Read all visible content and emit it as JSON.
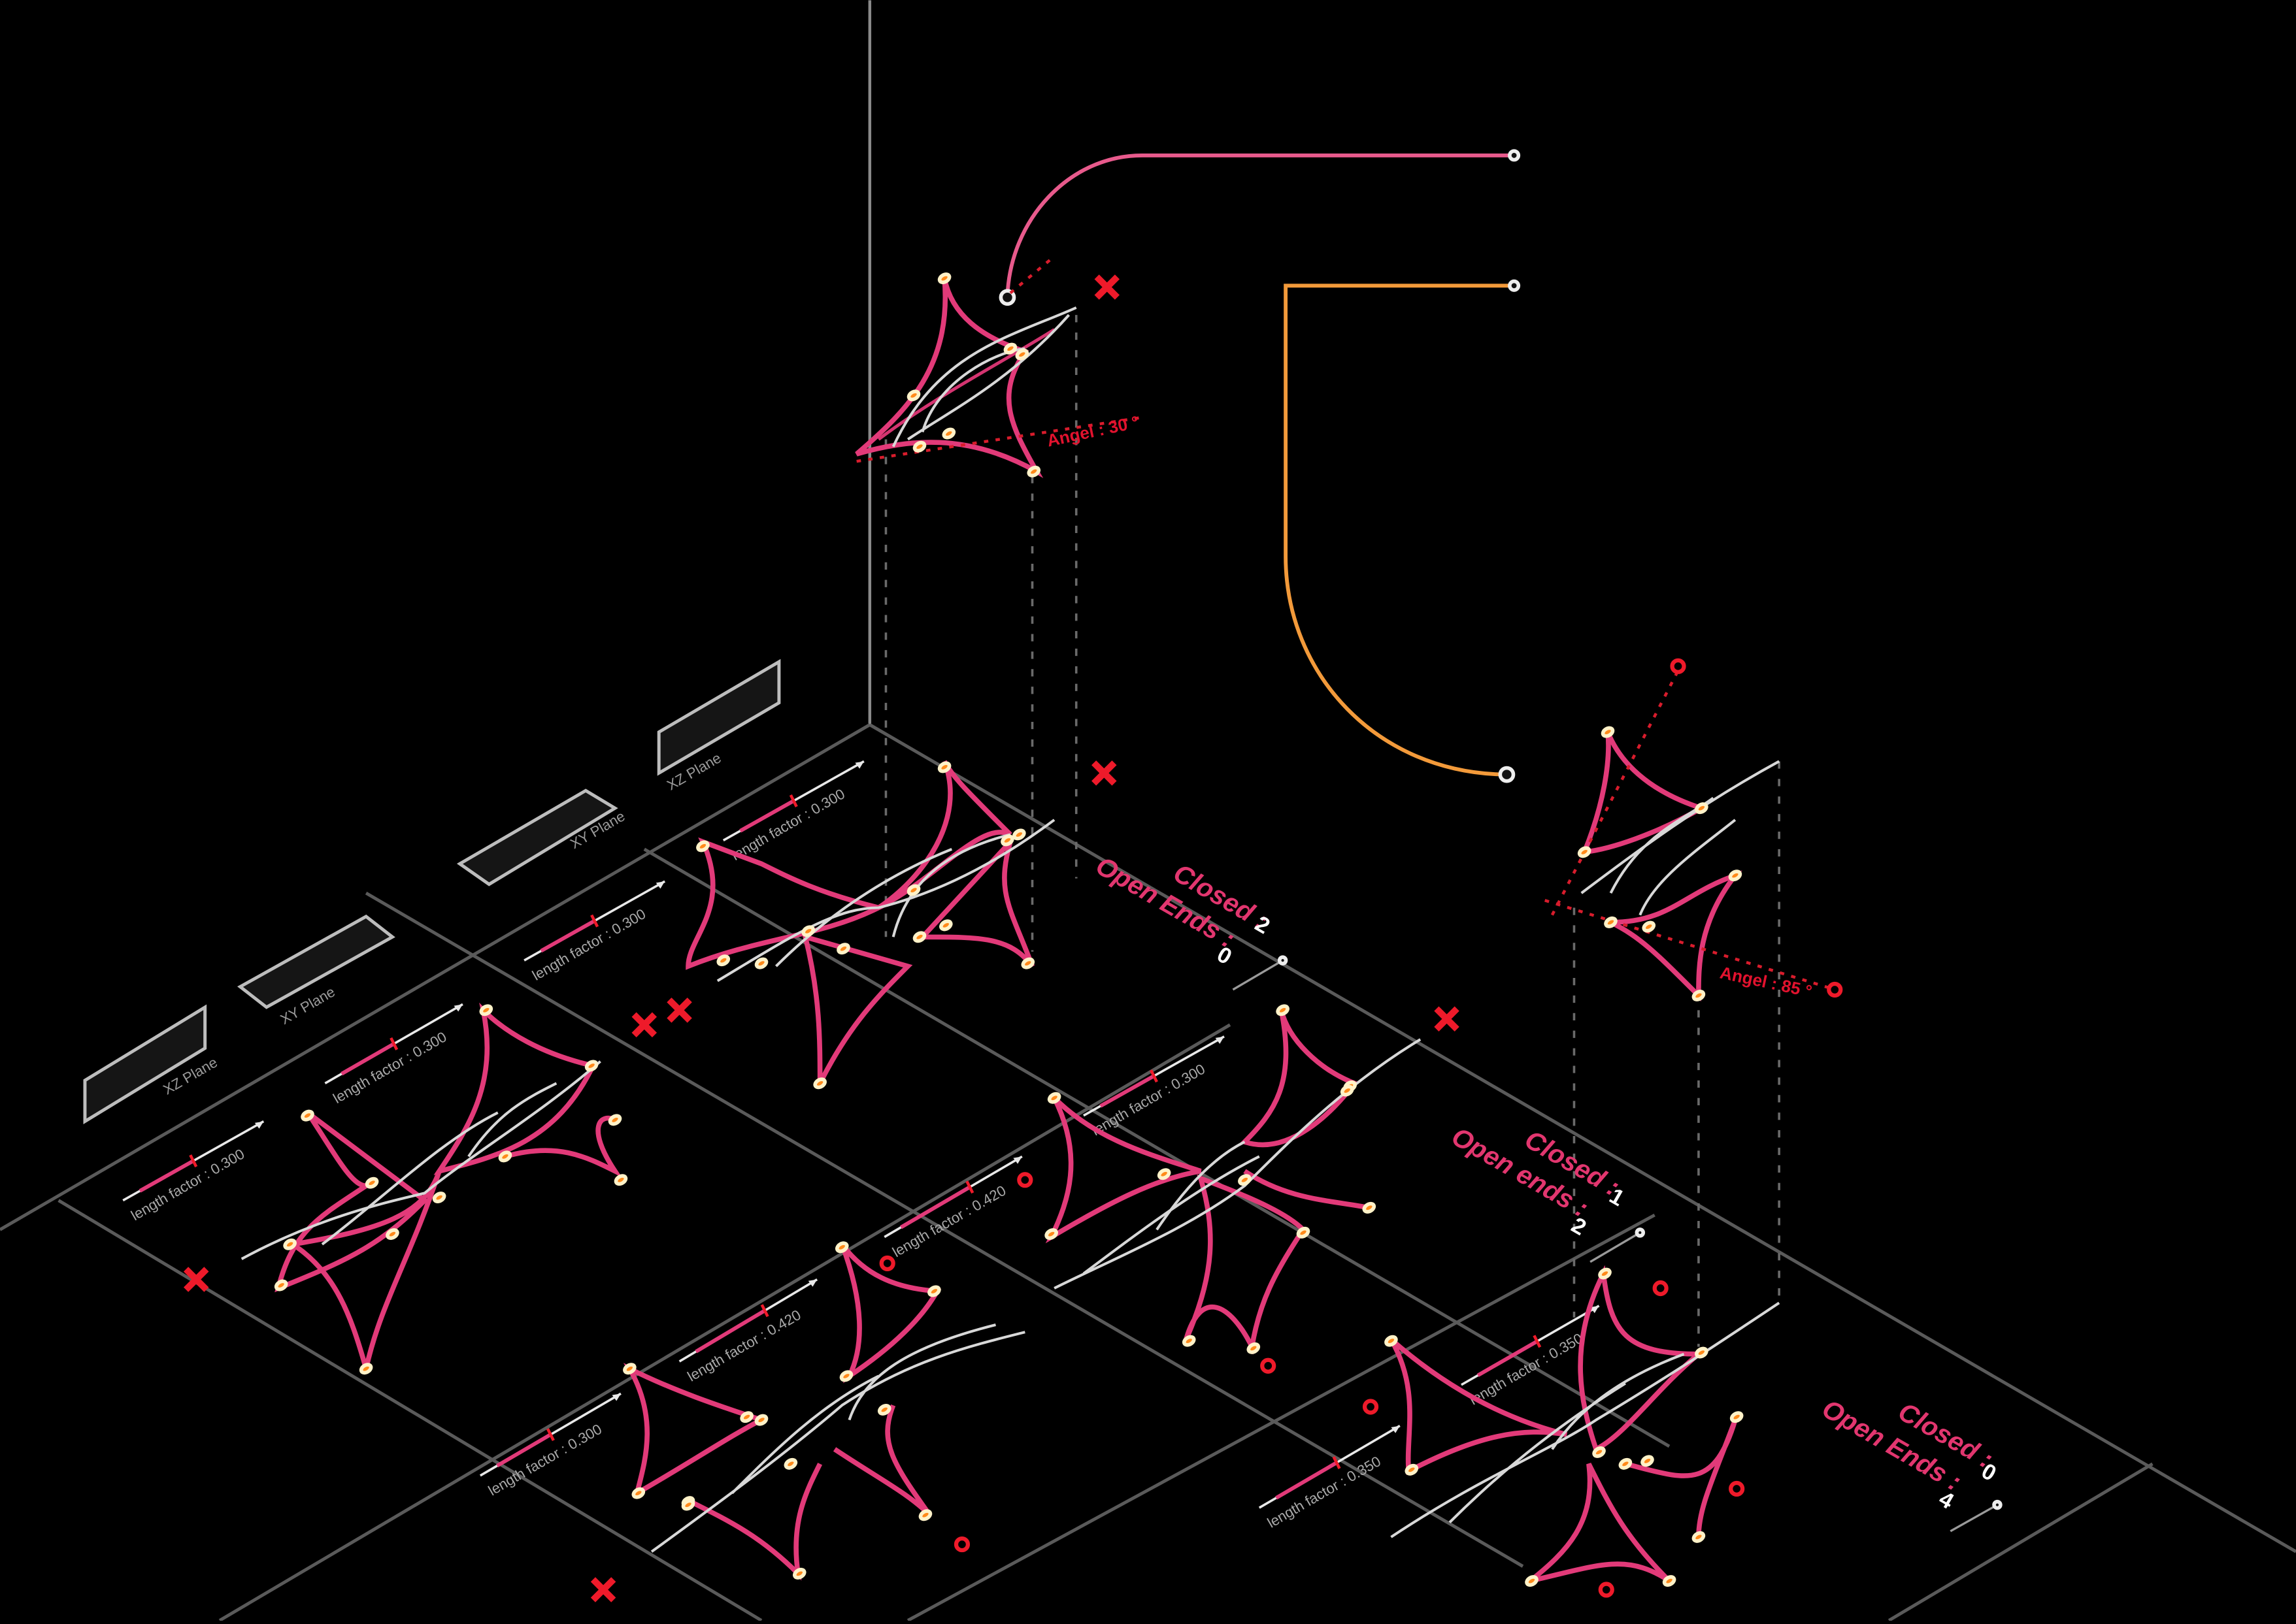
{
  "colors": {
    "background": "#000000",
    "accent_pink": "#e23a79",
    "accent_red": "#ee1a2a",
    "accent_orange": "#ff8a1a",
    "connector_orange": "#f39a3a"
  },
  "planes": {
    "xz_plane": "XZ Plane",
    "xy_plane": "XY Plane"
  },
  "sliders": [
    {
      "label": "length factor : 0.300",
      "value": 0.3
    },
    {
      "label": "length factor : 0.300",
      "value": 0.3
    },
    {
      "label": "length factor : 0.300",
      "value": 0.3
    },
    {
      "label": "length factor : 0.300",
      "value": 0.3
    },
    {
      "label": "length factor : 0.420",
      "value": 0.42
    },
    {
      "label": "length factor : 0.300",
      "value": 0.3
    },
    {
      "label": "length factor : 0.420",
      "value": 0.42
    },
    {
      "label": "length factor : 0.300",
      "value": 0.3
    },
    {
      "label": "length factor : 0.350",
      "value": 0.35
    },
    {
      "label": "length factor : 0.350",
      "value": 0.35
    }
  ],
  "stats": [
    {
      "closed_label": "Closed :",
      "closed_value": "2",
      "open_label": "Open Ends :",
      "open_value": "0"
    },
    {
      "closed_label": "Closed :",
      "closed_value": "1",
      "open_label": "Open ends :",
      "open_value": "2"
    },
    {
      "closed_label": "Closed :",
      "closed_value": "0",
      "open_label": "Open Ends :",
      "open_value": "4"
    }
  ],
  "angles": [
    {
      "label": "Angel  :  30 °"
    },
    {
      "label": "Angel  :  85 °"
    }
  ]
}
